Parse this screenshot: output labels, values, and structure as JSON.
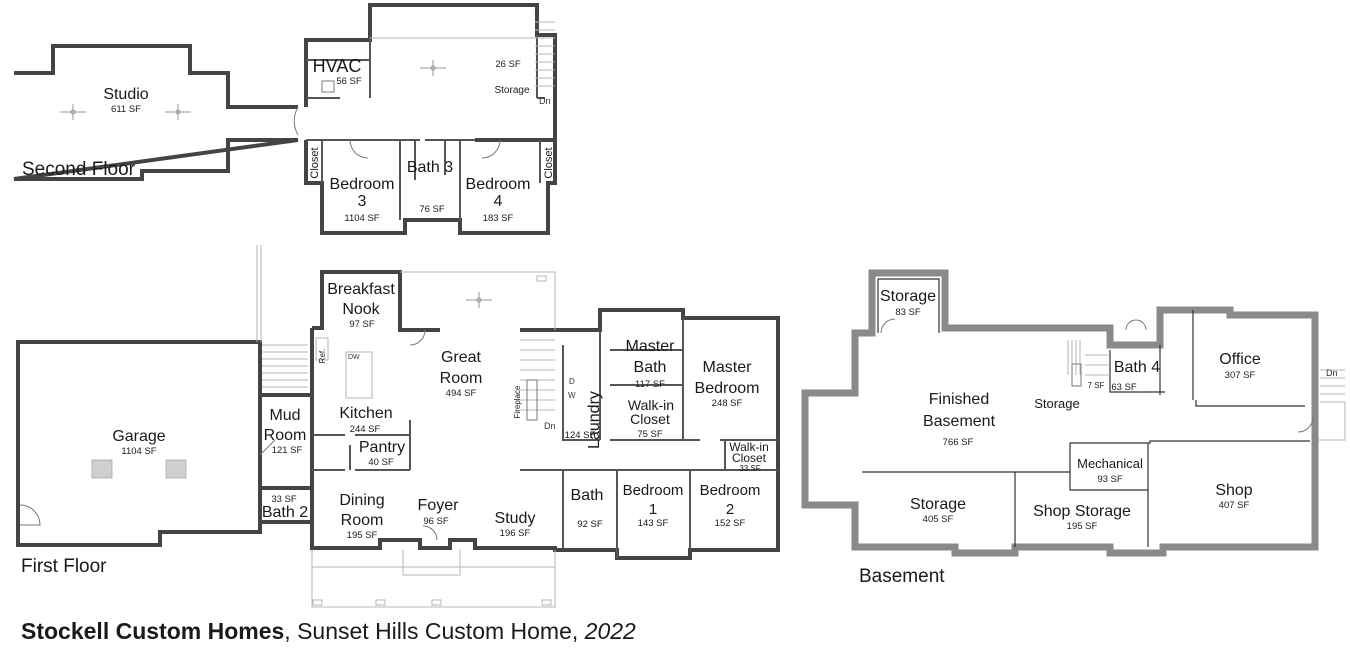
{
  "floors": {
    "second": {
      "label": "Second Floor",
      "rooms": {
        "studio": {
          "name": "Studio",
          "sf": "611 SF"
        },
        "hvac": {
          "name": "HVAC",
          "sf": "56 SF"
        },
        "storage": {
          "name": "Storage",
          "sf": "26 SF"
        },
        "stairs_dn": "Dn",
        "closet_left": "Closet",
        "closet_right": "Closet",
        "bedroom3": {
          "name_line1": "Bedroom",
          "name_line2": "3",
          "sf": "1104 SF"
        },
        "bath3": {
          "name": "Bath 3",
          "sf": "76 SF"
        },
        "bedroom4": {
          "name_line1": "Bedroom",
          "name_line2": "4",
          "sf": "183 SF"
        }
      }
    },
    "first": {
      "label": "First Floor",
      "rooms": {
        "garage": {
          "name": "Garage",
          "sf": "1104 SF"
        },
        "mud_room": {
          "name_line1": "Mud",
          "name_line2": "Room",
          "sf": "121 SF"
        },
        "bath2": {
          "name": "Bath 2",
          "sf": "33 SF"
        },
        "breakfast_nook": {
          "name_line1": "Breakfast",
          "name_line2": "Nook",
          "sf": "97 SF"
        },
        "kitchen": {
          "name": "Kitchen",
          "sf": "244 SF",
          "ref": "Ref.",
          "dw": "DW"
        },
        "pantry": {
          "name": "Pantry",
          "sf": "40 SF"
        },
        "great_room": {
          "name_line1": "Great",
          "name_line2": "Room",
          "sf": "494 SF"
        },
        "fireplace": "Fireplace",
        "dining_room": {
          "name_line1": "Dining",
          "name_line2": "Room",
          "sf": "195 SF"
        },
        "foyer": {
          "name": "Foyer",
          "sf": "96 SF"
        },
        "study": {
          "name": "Study",
          "sf": "196 SF"
        },
        "laundry": {
          "name": "Laundry",
          "sf": "124 SF",
          "dryer": "D",
          "washer": "W"
        },
        "stairs_dn": "Dn",
        "master_bath": {
          "name_line1": "Master",
          "name_line2": "Bath",
          "sf": "117 SF"
        },
        "walkin_closet_master": {
          "name_line1": "Walk-in",
          "name_line2": "Closet",
          "sf": "75 SF"
        },
        "master_bedroom": {
          "name_line1": "Master",
          "name_line2": "Bedroom",
          "sf": "248 SF"
        },
        "walkin_closet_2": {
          "name_line1": "Walk-in",
          "name_line2": "Closet",
          "sf": "33 SF"
        },
        "bath": {
          "name": "Bath",
          "sf": "92 SF"
        },
        "bedroom1": {
          "name_line1": "Bedroom",
          "name_line2": "1",
          "sf": "143 SF"
        },
        "bedroom2": {
          "name_line1": "Bedroom",
          "name_line2": "2",
          "sf": "152 SF"
        }
      }
    },
    "basement": {
      "label": "Basement",
      "rooms": {
        "storage_top": {
          "name": "Storage",
          "sf": "83 SF"
        },
        "finished_basement": {
          "name_line1": "Finished",
          "name_line2": "Basement",
          "sf": "766 SF"
        },
        "storage_small": {
          "name": "Storage",
          "sf": "7 SF"
        },
        "bath4": {
          "name": "Bath 4",
          "sf": "63 SF"
        },
        "office": {
          "name": "Office",
          "sf": "307 SF"
        },
        "stairs_dn": "Dn",
        "mechanical": {
          "name": "Mechanical",
          "sf": "93 SF"
        },
        "storage_bottom": {
          "name": "Storage",
          "sf": "405 SF"
        },
        "shop_storage": {
          "name": "Shop Storage",
          "sf": "195 SF"
        },
        "shop": {
          "name": "Shop",
          "sf": "407 SF"
        }
      }
    }
  },
  "caption": {
    "company": "Stockell Custom Homes",
    "sep1": ", ",
    "project": "Sunset Hills Custom Home",
    "sep2": ", ",
    "year": "2022"
  }
}
